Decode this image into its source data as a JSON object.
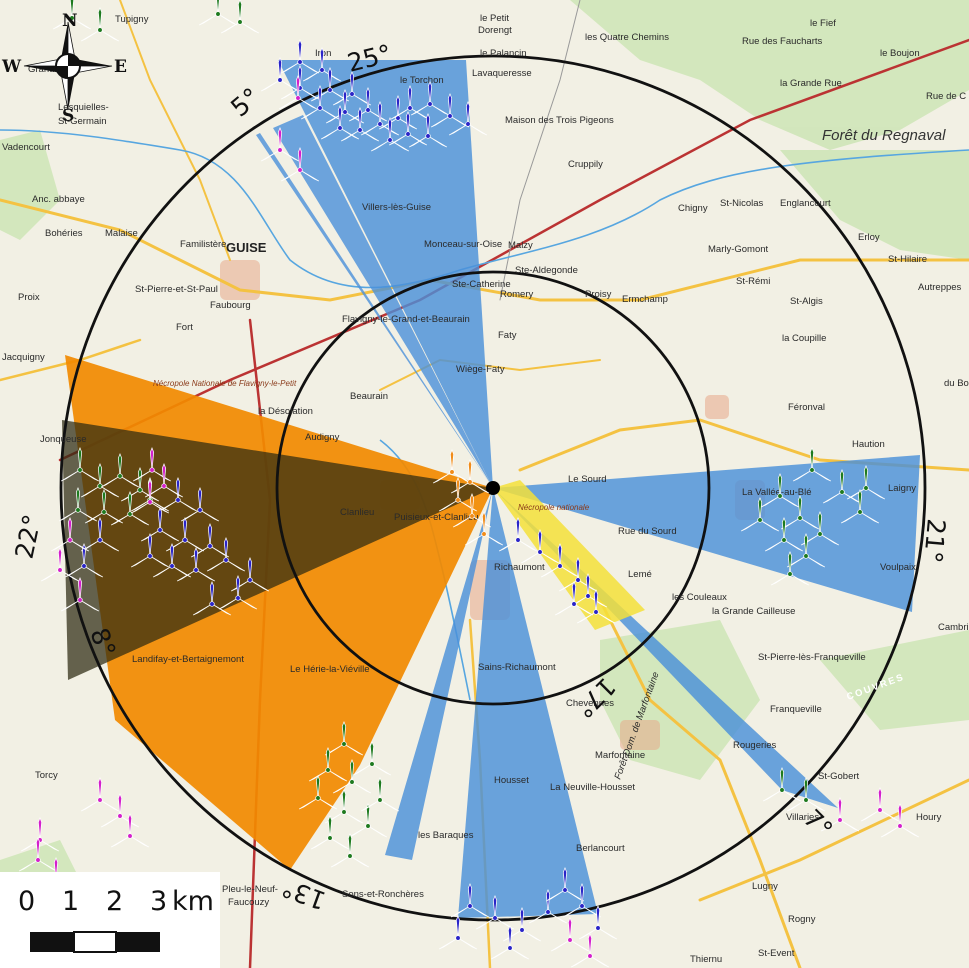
{
  "compass": {
    "north": "N",
    "south": "S",
    "east": "E",
    "west": "W"
  },
  "angle_labels": {
    "a25": "25°",
    "a5": "5°",
    "a22": "22°",
    "a8": "8°",
    "a13": "13°",
    "a17": "17°",
    "a21": "21°",
    "a7": "7°"
  },
  "scale_bar": {
    "t0": "0",
    "t1": "1",
    "t2": "2",
    "t3": "3",
    "unit": "km"
  },
  "places": {
    "tupigny": "Tupigny",
    "grand_verly": "Grand-Verly",
    "lesquielles": "Lesquielles-",
    "st_germain": "St-Germain",
    "vadencourt": "Vadencourt",
    "abbaye": "Anc. abbaye",
    "boheries": "Bohéries",
    "malaise": "Malaise",
    "guise": "GUISE",
    "familistere": "Familistère",
    "st_pierre": "St-Pierre-et-St-Paul",
    "faubourg": "Faubourg",
    "fort": "Fort",
    "proix": "Proix",
    "jacquigny": "Jacquigny",
    "iron": "Iron",
    "le_torchon": "le Torchon",
    "lavaqueresse": "Lavaqueresse",
    "le_petit_dorengt": "le Petit",
    "dorengt": "Dorengt",
    "le_palanquin": "le Palancin",
    "les_quatre_chemins": "les Quatre Chemins",
    "maison_pigeons": "Maison des Trois Pigeons",
    "cruppily": "Cruppily",
    "chigny": "Chigny",
    "st_nicolas": "St-Nicolas",
    "englancourt": "Englancourt",
    "erloy": "Erloy",
    "st_hilaire": "St-Hilaire",
    "villers_les_guise": "Villers-lès-Guise",
    "monceau": "Monceau-sur-Oise",
    "malzy": "Malzy",
    "ste_aldegonde": "Ste-Aldegonde",
    "romery": "Romery",
    "proisy": "Proisy",
    "ste_catherine": "Ste-Catherine",
    "marly_gomont": "Marly-Gomont",
    "st_remi": "St-Rémi",
    "st_algis": "St-Algis",
    "autreppes": "Autreppes",
    "flavigny": "Flavigny-le-Grand-et-Beaurain",
    "wiege_faty": "Wiège-Faty",
    "faty": "Faty",
    "ermchamp": "Ermchamp",
    "la_coupille": "la Coupille",
    "feronval": "Féronval",
    "haution": "Haution",
    "foret": "Forêt du Regnaval",
    "necropole_flavigny": "Nécropole Nationale de Flavigny-le-Petit",
    "la_desolation": "la Désolation",
    "audigny": "Audigny",
    "beaurain": "Beaurain",
    "clanlieu": "Clanlieu",
    "puisieux": "Puisieux-et-Clanlieu",
    "jonqueuse": "Jonqueuse",
    "le_sourd": "Le Sourd",
    "necropole": "Nécropole nationale",
    "la_vallee": "La Vallée-au-Blé",
    "laigny": "Laigny",
    "voulpaix": "Voulpaix",
    "rue_du_sourd": "Rue du Sourd",
    "lemé": "Lemé",
    "les_couleaux": "les Couleaux",
    "la_grande_cailleuse": "la Grande Cailleuse",
    "st_pierre_fr": "St-Pierre-lès-Franqueville",
    "franqueville": "Franqueville",
    "richaumont": "Richaumont",
    "sains_richaumont": "Sains-Richaumont",
    "chevennes": "Chevennes",
    "landifay": "Landifay-et-Bertaignemont",
    "le_herie": "Le Hérie-la-Viéville",
    "marfontaine": "Marfontaine",
    "rougeries": "Rougeries",
    "housset": "Housset",
    "la_neuville": "La Neuville-Housset",
    "les_baraques": "les Baraques",
    "berlancourt": "Berlancourt",
    "sons": "Sons-et-Ronchères",
    "torcy": "Torcy",
    "lugny": "Lugny",
    "rogny": "Rogny",
    "houry": "Houry",
    "st_gobert": "St-Gobert",
    "vilmaries": "Villaries",
    "thiernu": "Thiernu",
    "st_event": "St-Event",
    "faucouzy": "Faucouzy",
    "pleu_neuf": "Pleu-le-Neuf-",
    "cambrie": "Cambrie",
    "du_bo": "du Bo",
    "rue_de": "Rue de C",
    "le_boujon": "le Boujon",
    "le_fief": "le Fief",
    "les_faucharts": "Rue des Faucharts",
    "la_grande_rue": "la Grande Rue",
    "foret_marfontaine": "Forêt Dom. de Marfontaine",
    "la_neuville_sud": "La Neuville",
    "couvres": "COUVRES"
  },
  "colors": {
    "blue_sector": "#4a90d9",
    "orange_sector": "#f28a00",
    "yellow_sector": "#f5e13a",
    "turbine_blue": "#2a24c8",
    "turbine_green": "#1e7a1e",
    "turbine_magenta": "#d420cc",
    "turbine_orange": "#f08c1a"
  }
}
